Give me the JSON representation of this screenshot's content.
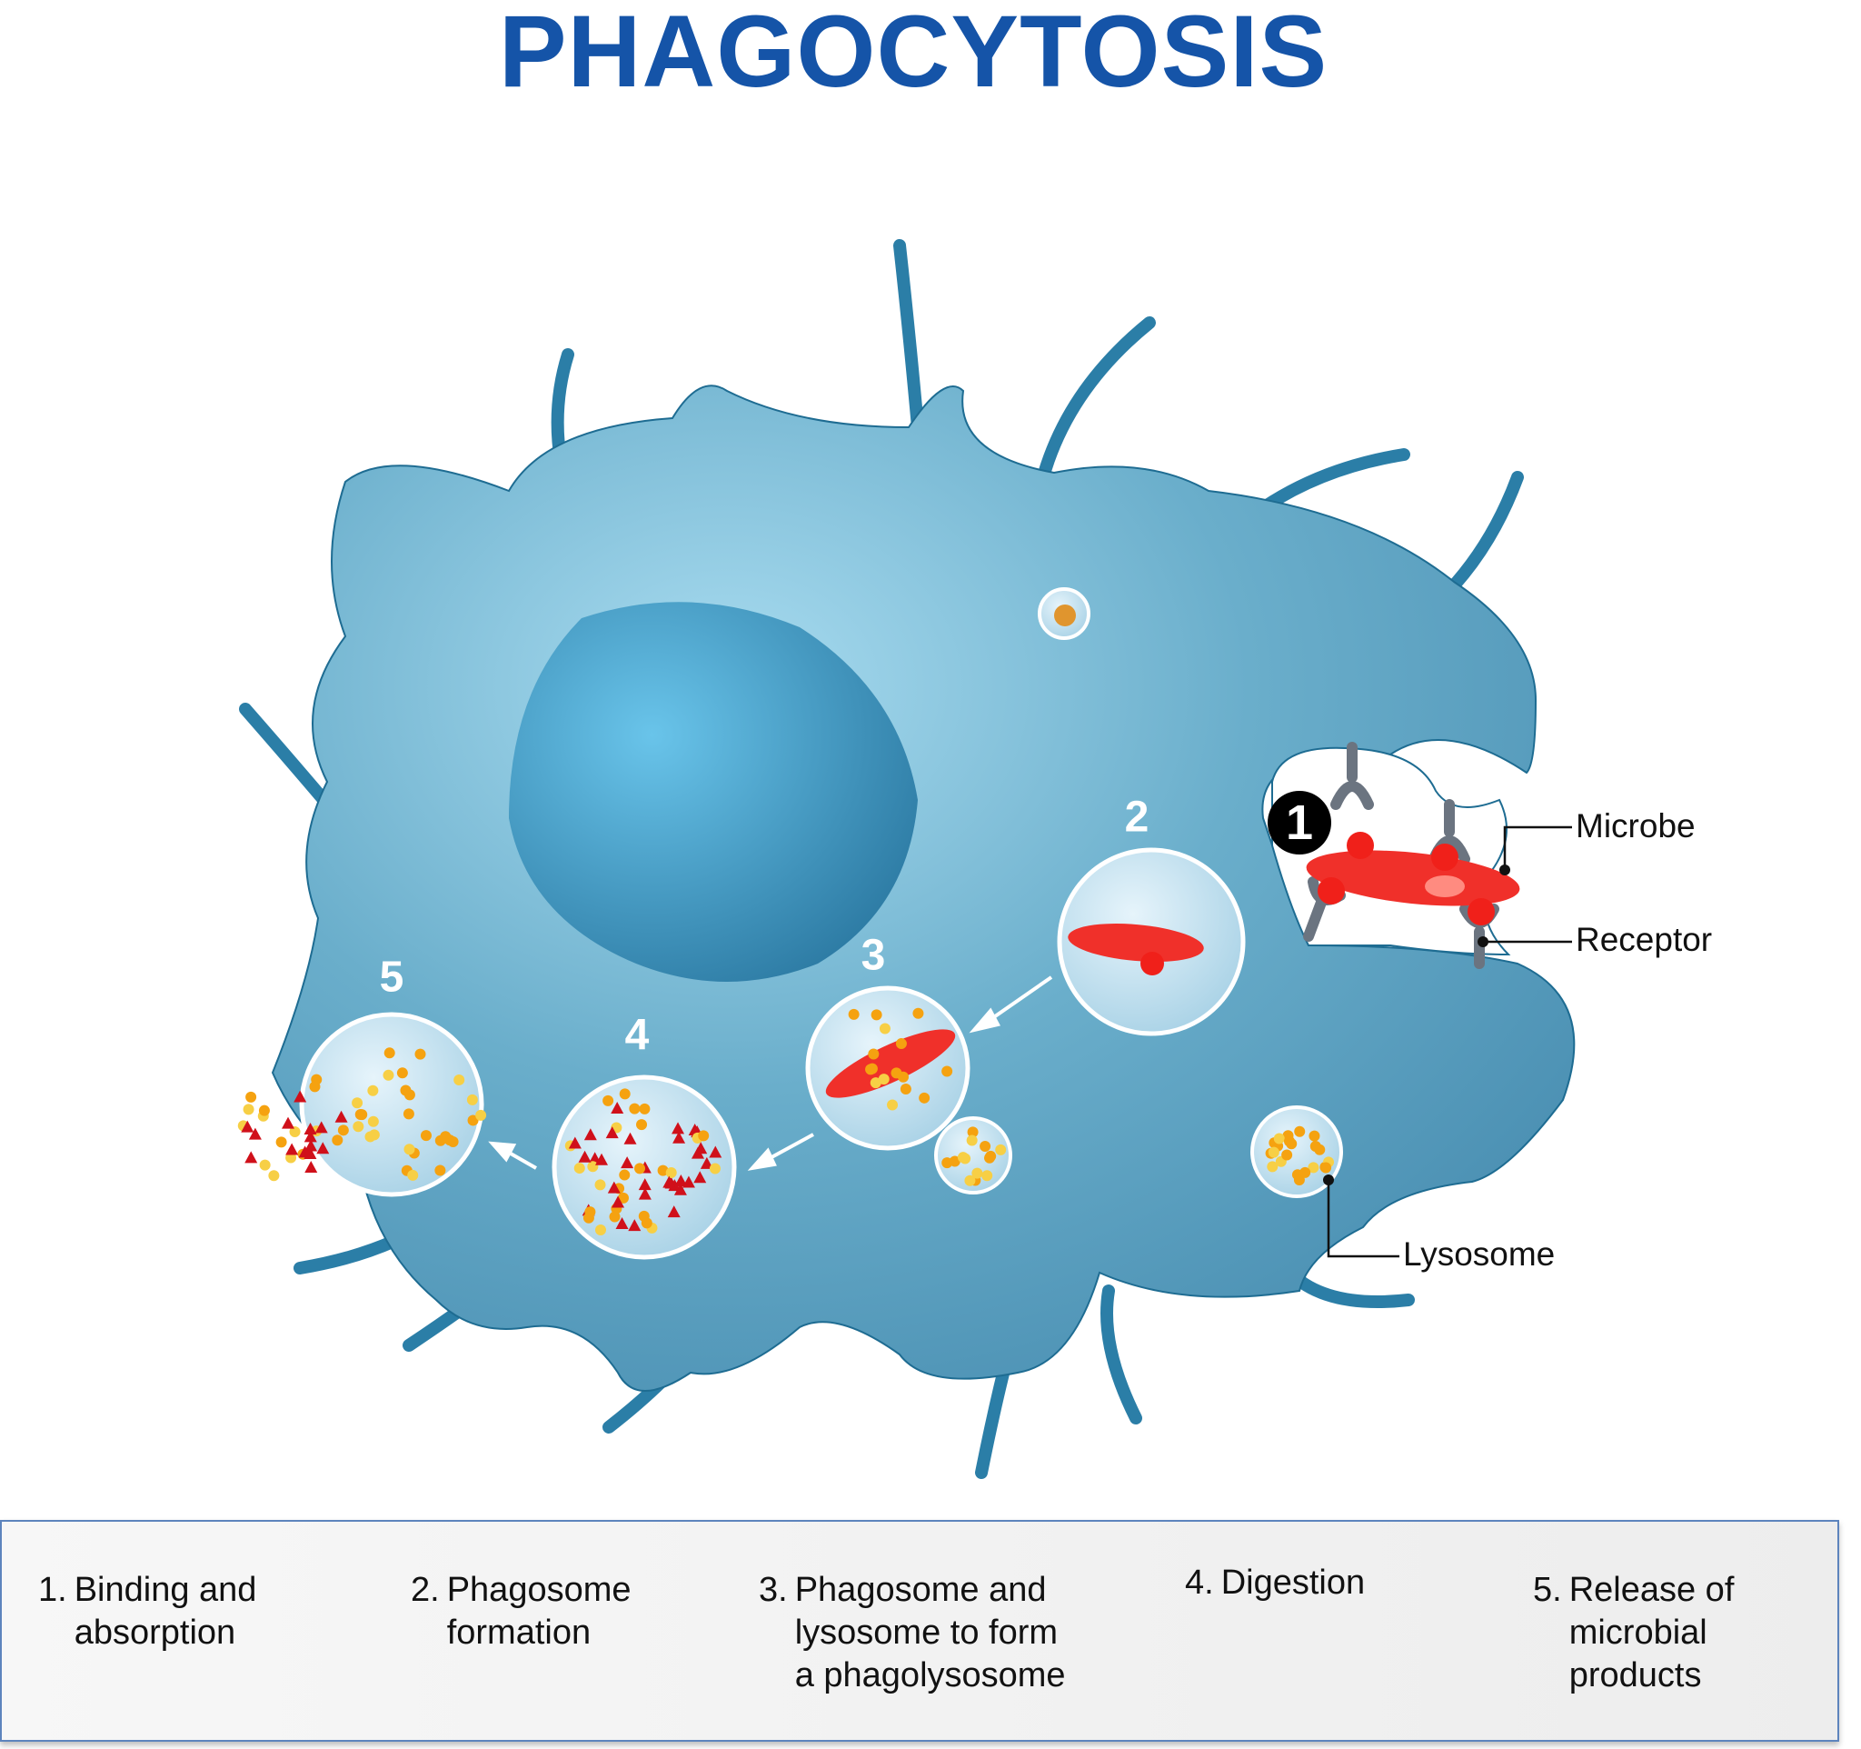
{
  "title": "PHAGOCYTOSIS",
  "labels": {
    "microbe": "Microbe",
    "receptor": "Receptor",
    "lysosome": "Lysosome"
  },
  "stage_numbers": [
    "1",
    "2",
    "3",
    "4",
    "5"
  ],
  "legend": [
    {
      "num": "1.",
      "text": [
        "Binding and",
        "absorption"
      ]
    },
    {
      "num": "2.",
      "text": [
        "Phagosome",
        "formation"
      ]
    },
    {
      "num": "3.",
      "text": [
        "Phagosome and",
        "lysosome to form",
        "a phagolysosome"
      ]
    },
    {
      "num": "4.",
      "text": [
        "Digestion"
      ]
    },
    {
      "num": "5.",
      "text": [
        "Release of",
        "microbial",
        "products"
      ]
    }
  ],
  "colors": {
    "title": "#1554a8",
    "cell": "#6aa8c4",
    "nucleus": "#3f95c2",
    "microbe": "#f0302a",
    "granule": "#f5a210",
    "legend_border": "#5d84bd"
  }
}
